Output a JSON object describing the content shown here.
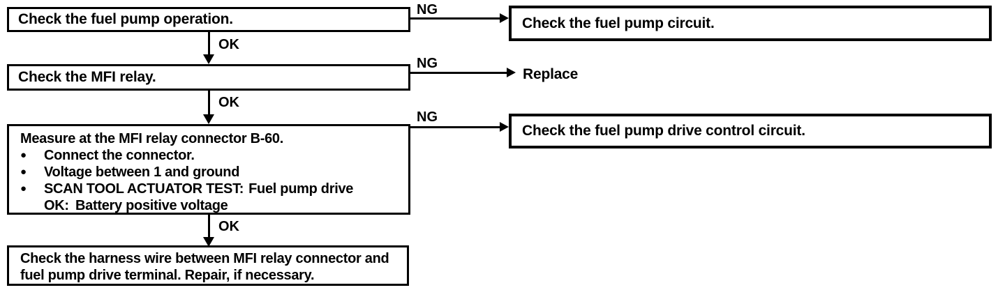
{
  "labels": {
    "ok": "OK",
    "ng": "NG",
    "bullet": "●"
  },
  "colors": {
    "ink": "#000000",
    "paper": "#ffffff"
  },
  "steps": {
    "step1": {
      "text": "Check the fuel pump operation."
    },
    "step1_ng_action": {
      "text": "Check the fuel pump circuit."
    },
    "step2": {
      "text": "Check the MFI relay."
    },
    "step2_ng_action": {
      "text": "Replace"
    },
    "step3": {
      "title": "Measure at the MFI relay connector B-60.",
      "bullet1": "Connect the connector.",
      "bullet2": "Voltage between 1 and ground",
      "bullet3_label": "SCAN TOOL ACTUATOR TEST:",
      "bullet3_value": "Fuel pump drive",
      "ok_label": "OK:",
      "ok_value": "Battery positive voltage"
    },
    "step3_ng_action": {
      "text": "Check the fuel pump drive control circuit."
    },
    "step4": {
      "line1": "Check the harness wire between MFI relay connector and",
      "line2": "fuel pump drive terminal. Repair, if necessary."
    }
  }
}
